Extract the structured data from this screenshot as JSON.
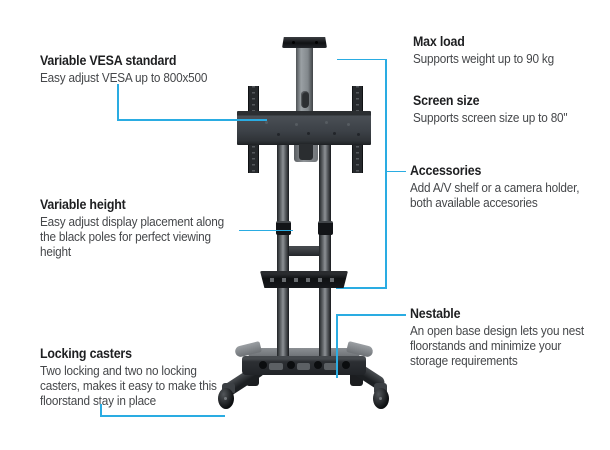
{
  "colors": {
    "accent": "#2aace2",
    "heading_text": "#1e1f21",
    "body_text": "#45474a"
  },
  "annotations": {
    "left": [
      {
        "id": "variable-vesa",
        "title": "Variable VESA standard",
        "lines": [
          "Easy adjust VESA up to 800x500"
        ]
      },
      {
        "id": "variable-height",
        "title": "Variable height",
        "lines": [
          "Easy adjust display placement along",
          "the black poles for perfect viewing",
          "height"
        ]
      },
      {
        "id": "locking-casters",
        "title": "Locking casters",
        "lines": [
          "Two locking and two no locking",
          "casters, makes it easy to make this",
          "floorstand stay in place"
        ]
      }
    ],
    "right": [
      {
        "id": "max-load",
        "title": "Max load",
        "lines": [
          "Supports weight up to 90 kg"
        ]
      },
      {
        "id": "screen-size",
        "title": "Screen size",
        "lines": [
          "Supports screen size up to 80\""
        ]
      },
      {
        "id": "accessories",
        "title": "Accessories",
        "lines": [
          "Add A/V shelf or a camera holder,",
          "both available accesories"
        ]
      },
      {
        "id": "nestable",
        "title": "Nestable",
        "lines": [
          "An open base design lets you nest",
          "floorstands and minimize your",
          "storage requirements"
        ]
      }
    ]
  }
}
